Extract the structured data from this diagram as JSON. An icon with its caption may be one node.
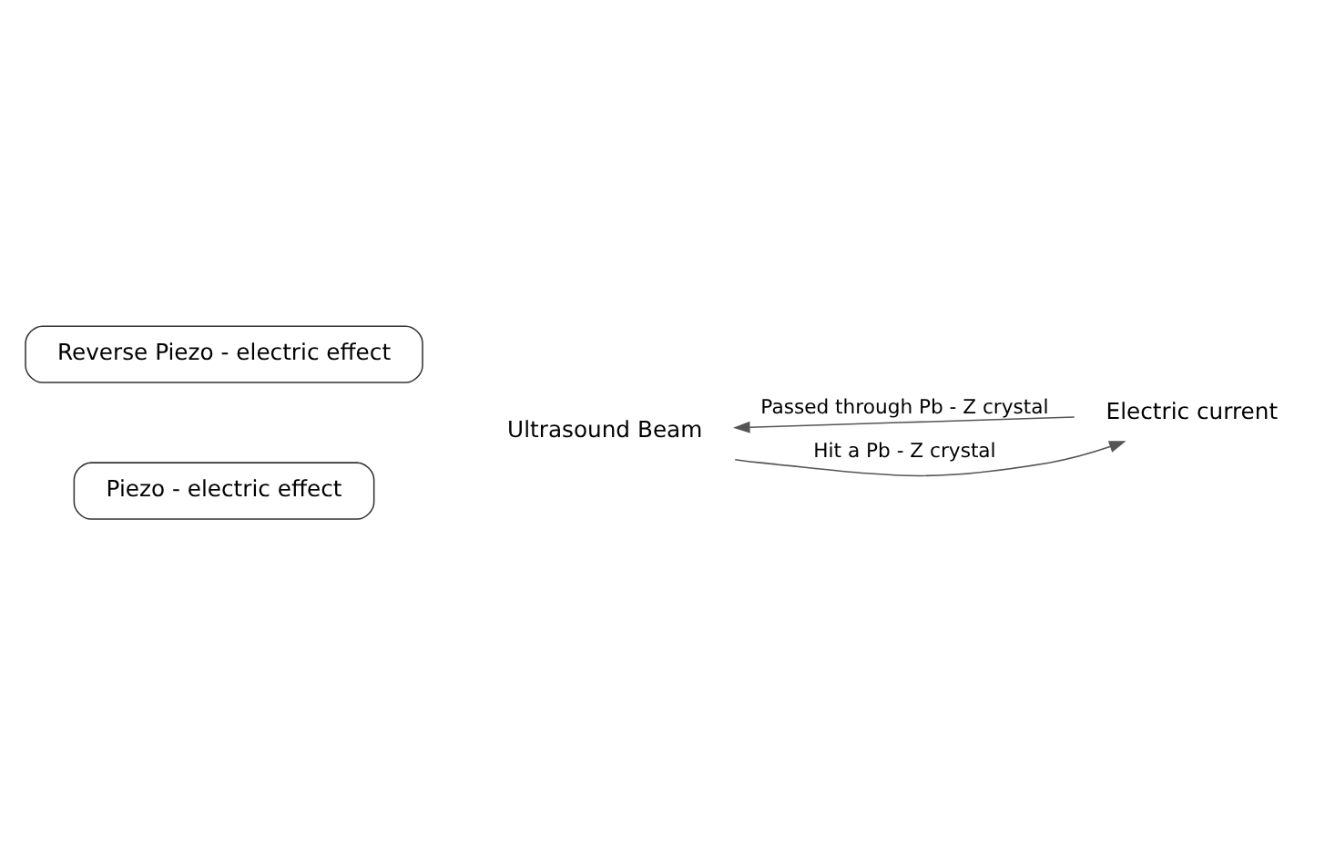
{
  "diagram": {
    "nodes": [
      {
        "text": [
          "Reverse Piezo - electric effect"
        ]
      },
      {
        "text": [
          "Electric current"
        ]
      },
      {
        "text": [
          "Ultrasound Beam"
        ]
      },
      {
        "text": [
          "Piezo - electric effect"
        ]
      }
    ],
    "edges": [
      {
        "from": 1,
        "to": 2,
        "arrow": "to",
        "label": "Passed through Pb - Z crystal"
      },
      {
        "from": 2,
        "to": 1,
        "arrow": "to",
        "label": "Hit a Pb - Z crystal"
      }
    ]
  }
}
